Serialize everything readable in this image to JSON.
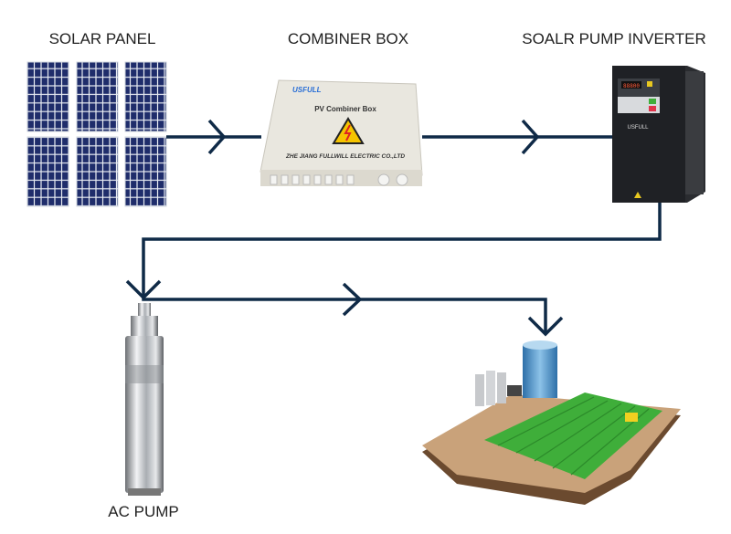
{
  "labels": {
    "solar_panel": "SOLAR PANEL",
    "combiner_box": "COMBINER BOX",
    "inverter": "SOALR PUMP INVERTER",
    "ac_pump": "AC PUMP"
  },
  "combiner_box": {
    "brand": "USFULL",
    "title": "PV Combiner Box",
    "maker": "ZHE JIANG FULLWILL ELECTRIC CO.,LTD"
  },
  "inverter": {
    "brand": "USFULL",
    "display": "88800"
  },
  "colors": {
    "flow_line": "#0f2a47",
    "panel_cell": "#1f2d6b",
    "field": "#3fae3a",
    "soil": "#c9a27a"
  }
}
